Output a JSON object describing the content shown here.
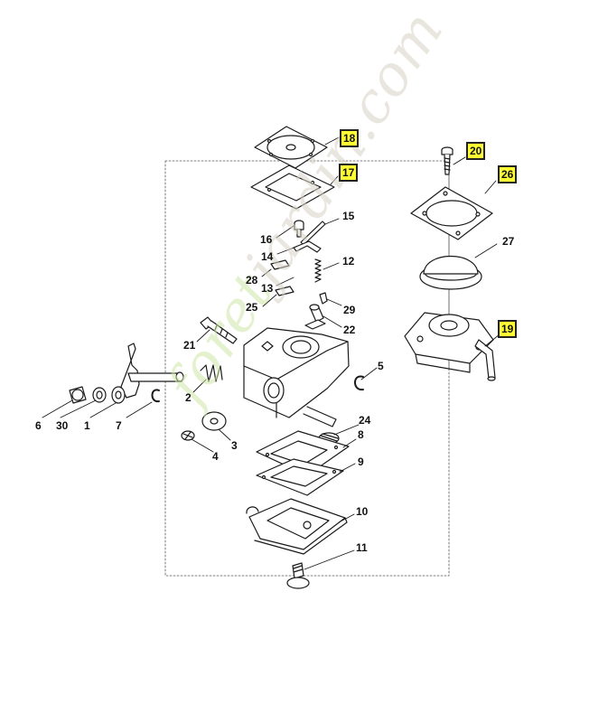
{
  "watermark": {
    "part1": "foret",
    "part2": "jardin.com",
    "colors": [
      "#cfe6a8",
      "#d8d3c6"
    ]
  },
  "highlight_color": "#ffff33",
  "labels": {
    "p18": "18",
    "p17": "17",
    "p20": "20",
    "p26": "26",
    "p27": "27",
    "p19": "19",
    "p15": "15",
    "p16": "16",
    "p14": "14",
    "p12": "12",
    "p28": "28",
    "p13": "13",
    "p25": "25",
    "p29": "29",
    "p22": "22",
    "p21": "21",
    "p5": "5",
    "p2": "2",
    "p6": "6",
    "p30": "30",
    "p1": "1",
    "p7": "7",
    "p24": "24",
    "p8": "8",
    "p3": "3",
    "p4": "4",
    "p9": "9",
    "p10": "10",
    "p11": "11"
  }
}
